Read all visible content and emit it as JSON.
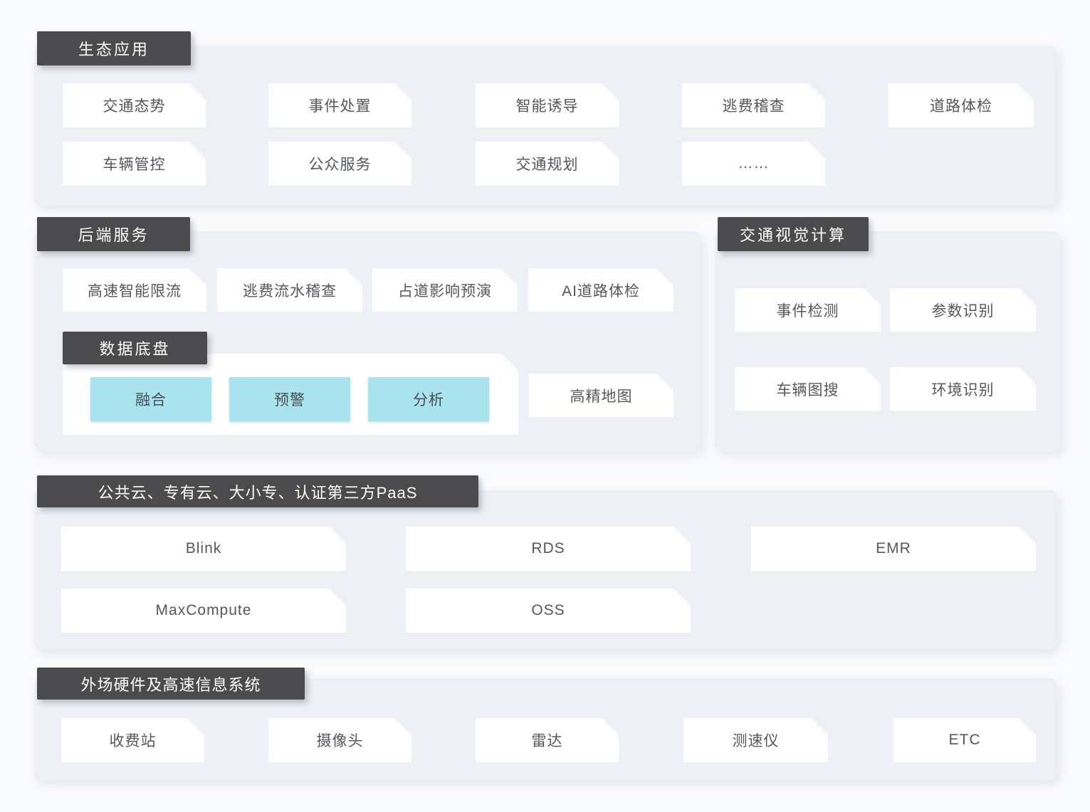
{
  "colors": {
    "page_bg": "#fafbfc",
    "panel_bg": "#edf0f4",
    "header_bg": "#4b4b4d",
    "header_text": "#ffffff",
    "card_bg": "#ffffff",
    "card_text": "#54585e",
    "highlight_bg": "#a9e4ee"
  },
  "sections": {
    "eco_apps": {
      "title": "生态应用",
      "cards": [
        "交通态势",
        "事件处置",
        "智能诱导",
        "逃费稽查",
        "道路体检",
        "车辆管控",
        "公众服务",
        "交通规划",
        "……"
      ]
    },
    "backend": {
      "title": "后端服务",
      "cards": [
        "高速智能限流",
        "逃费流水稽查",
        "占道影响预演",
        "AI道路体检"
      ],
      "data_chassis": {
        "title": "数据底盘",
        "items": [
          "融合",
          "预警",
          "分析"
        ]
      },
      "hd_map": "高精地图"
    },
    "vision": {
      "title": "交通视觉计算",
      "cards": [
        "事件检测",
        "参数识别",
        "车辆图搜",
        "环境识别"
      ]
    },
    "cloud": {
      "title": "公共云、专有云、大小专、认证第三方PaaS",
      "cards": [
        "Blink",
        "RDS",
        "EMR",
        "MaxCompute",
        "OSS"
      ]
    },
    "hardware": {
      "title": "外场硬件及高速信息系统",
      "cards": [
        "收费站",
        "摄像头",
        "雷达",
        "测速仪",
        "ETC"
      ]
    }
  }
}
